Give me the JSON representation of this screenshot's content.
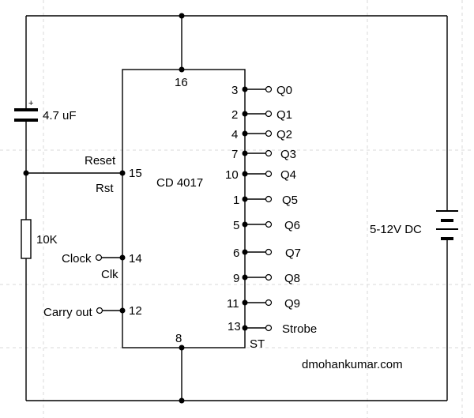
{
  "chip": {
    "name": "CD 4017",
    "vdd_pin": "16",
    "gnd_pin": "8",
    "reset_pin": "15",
    "reset_label": "Reset",
    "reset_short": "Rst",
    "clock_pin": "14",
    "clock_label": "Clock",
    "clock_short": "Clk",
    "carry_pin": "12",
    "carry_label": "Carry out",
    "strobe_pin": "13",
    "strobe_label": "Strobe",
    "strobe_short": "ST",
    "outputs": [
      {
        "pin": "3",
        "label": "Q0"
      },
      {
        "pin": "2",
        "label": "Q1"
      },
      {
        "pin": "4",
        "label": "Q2"
      },
      {
        "pin": "7",
        "label": "Q3"
      },
      {
        "pin": "10",
        "label": "Q4"
      },
      {
        "pin": "1",
        "label": "Q5"
      },
      {
        "pin": "5",
        "label": "Q6"
      },
      {
        "pin": "6",
        "label": "Q7"
      },
      {
        "pin": "9",
        "label": "Q8"
      },
      {
        "pin": "11",
        "label": "Q9"
      }
    ]
  },
  "capacitor": {
    "value": "4.7 uF",
    "polarity": "+"
  },
  "resistor": {
    "value": "10K"
  },
  "supply": {
    "label": "5-12V DC"
  },
  "credit": "dmohankumar.com"
}
